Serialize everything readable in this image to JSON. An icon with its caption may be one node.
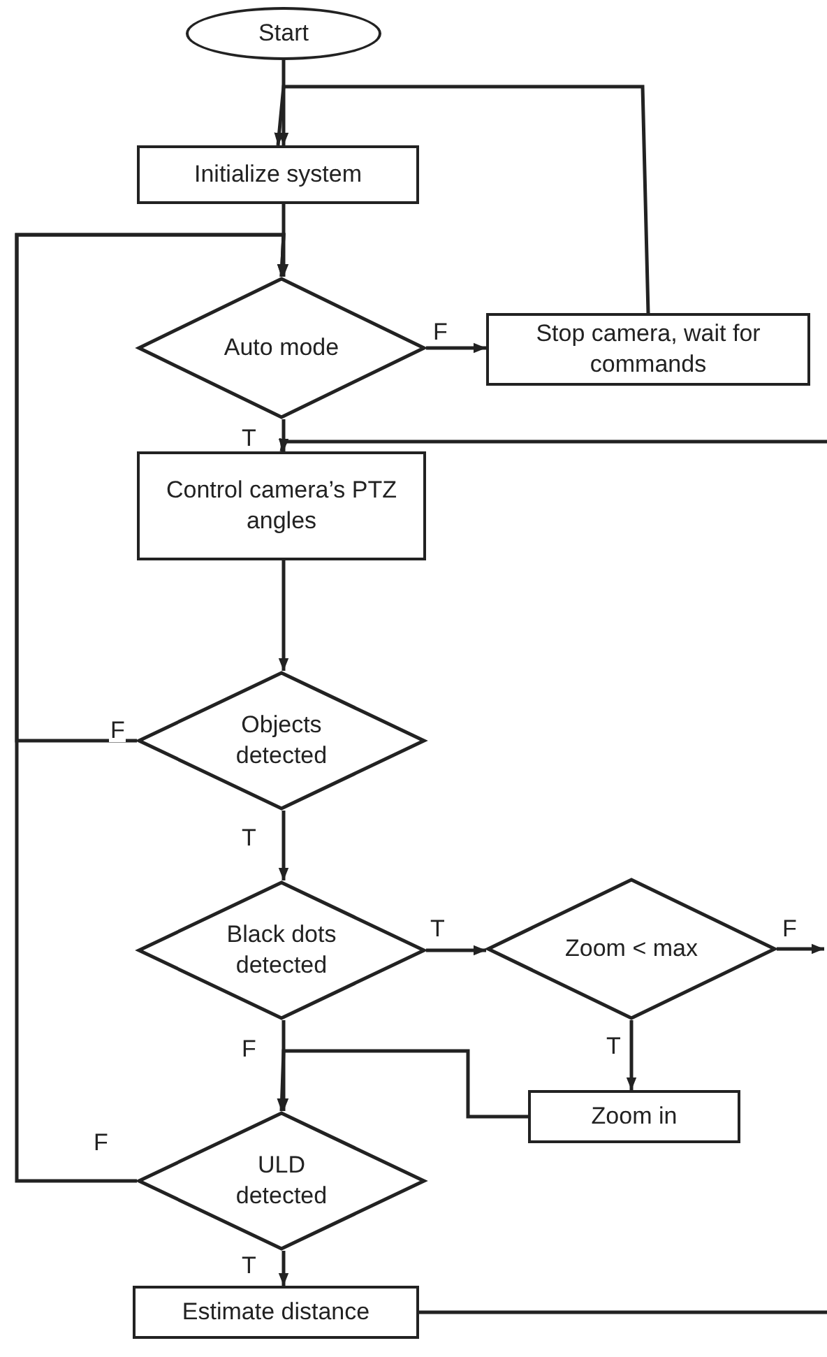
{
  "diagram": {
    "nodes": [
      {
        "text": [
          "Start"
        ]
      },
      {
        "text": [
          "Initialize system"
        ]
      },
      {
        "text": [
          "Auto mode"
        ]
      },
      {
        "text": [
          "Stop camera, wait for commands"
        ]
      },
      {
        "text": [
          "Control camera’s PTZ angles"
        ]
      },
      {
        "text": [
          "Objects detected"
        ]
      },
      {
        "text": [
          "Black dots detected"
        ]
      },
      {
        "text": [
          "Zoom < max"
        ]
      },
      {
        "text": [
          "Zoom in"
        ]
      },
      {
        "text": [
          "ULD detected"
        ]
      },
      {
        "text": [
          "Estimate distance"
        ]
      }
    ],
    "edges": [
      {
        "from": 0,
        "to": 1,
        "arrow": "to"
      },
      {
        "from": 3,
        "to": 1,
        "arrow": "to"
      },
      {
        "from": 1,
        "to": 2,
        "arrow": "to"
      },
      {
        "from": 2,
        "to": 3,
        "arrow": "to",
        "label": "F"
      },
      {
        "from": 2,
        "to": 4,
        "arrow": "to",
        "label": "T"
      },
      {
        "from": 4,
        "to": 5,
        "arrow": "to"
      },
      {
        "from": 5,
        "to": 2,
        "arrow": "to",
        "label": "F"
      },
      {
        "from": 5,
        "to": 6,
        "arrow": "to",
        "label": "T"
      },
      {
        "from": 6,
        "to": 7,
        "arrow": "to",
        "label": "T"
      },
      {
        "from": 7,
        "to": null,
        "arrow": "to",
        "label": "F"
      },
      {
        "from": 7,
        "to": 8,
        "arrow": "to",
        "label": "T"
      },
      {
        "from": 6,
        "to": 9,
        "arrow": "to",
        "label": "F"
      },
      {
        "from": 8,
        "to": 9,
        "arrow": "to"
      },
      {
        "from": 9,
        "to": 2,
        "arrow": "to",
        "label": "F"
      },
      {
        "from": 9,
        "to": 10,
        "arrow": "to",
        "label": "T"
      },
      {
        "from": 10,
        "to": null,
        "arrow": "none"
      },
      {
        "from": null,
        "to": 4,
        "arrow": "to"
      }
    ]
  }
}
